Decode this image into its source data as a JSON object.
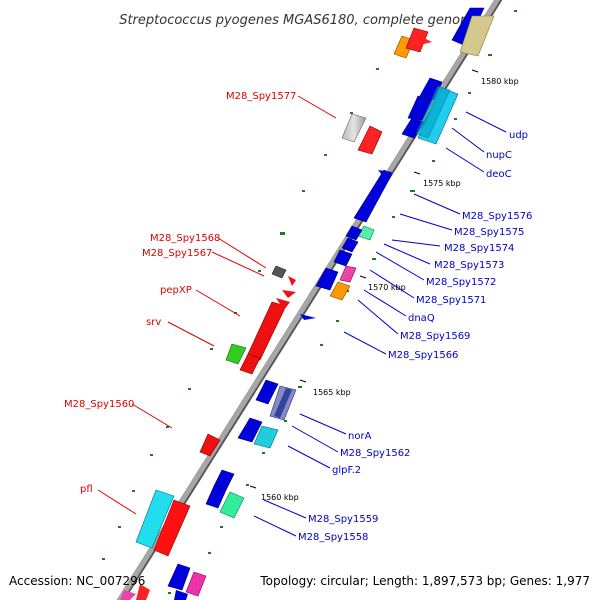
{
  "title": "Streptococcus pyogenes MGAS6180, complete genome",
  "accession": "Accession: NC_007296",
  "stats": "Topology: circular; Length: 1,897,573 bp; Genes: 1,977",
  "colors": {
    "left_label": "#e00000",
    "right_label": "#0000cc",
    "backbone": "#8a8a8a",
    "tick": "#1a7a1a"
  },
  "scale_marks": [
    "1580 kbp",
    "1575 kbp",
    "1570 kbp",
    "1565 kbp",
    "1560 kbp"
  ],
  "left_labels": [
    "M28_Spy1577",
    "M28_Spy1568",
    "M28_Spy1567",
    "pepXP",
    "srv",
    "M28_Spy1560",
    "pfl"
  ],
  "right_labels": [
    "udp",
    "nupC",
    "deoC",
    "M28_Spy1576",
    "M28_Spy1575",
    "M28_Spy1574",
    "M28_Spy1573",
    "M28_Spy1572",
    "M28_Spy1571",
    "dnaQ",
    "M28_Spy1569",
    "M28_Spy1566",
    "norA",
    "M28_Spy1562",
    "glpF.2",
    "M28_Spy1559",
    "M28_Spy1558"
  ]
}
